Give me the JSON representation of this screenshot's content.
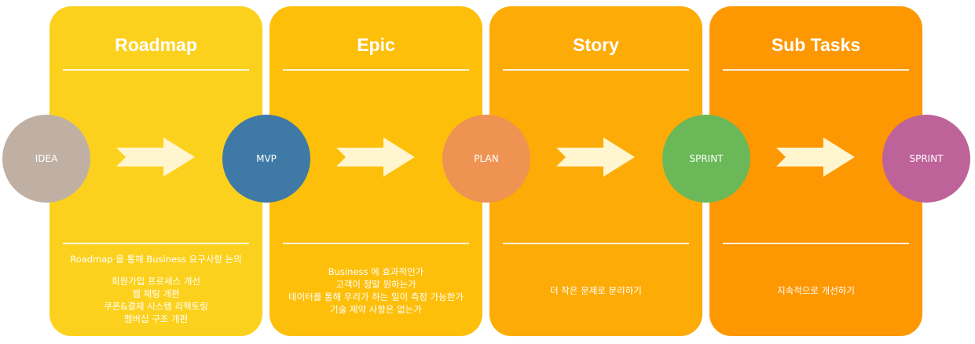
{
  "colors": {
    "panel_roadmap": "#fcd11d",
    "panel_epic": "#fdbf0a",
    "panel_story": "#fdab07",
    "panel_subtasks": "#fd9803",
    "arrow": "#fff5cf",
    "circle_idea": "#c0b0a4",
    "circle_mvp": "#3f7aa6",
    "circle_plan": "#ee9352",
    "circle_sprint1": "#6ab858",
    "circle_sprint2": "#be6399"
  },
  "panels": [
    {
      "title": "Roadmap",
      "description": [
        "Roadmap 을 통해 Business 요구사항 논의",
        "",
        "회원가입 프로세스 개선",
        "웹 채팅 개편",
        "쿠폰&결제 시스템 리팩토링",
        "멤버십 구조 개편"
      ]
    },
    {
      "title": "Epic",
      "description": [
        "Business 에 효과적인가",
        "고객이 정말 원하는가",
        "데이터를 통해 우리가 하는 일이 측정 가능한가",
        "기술 제약 사항은 없는가"
      ]
    },
    {
      "title": "Story",
      "description": [
        "더 작은 문제로 분리하기"
      ]
    },
    {
      "title": "Sub Tasks",
      "description": [
        "지속적으로 개선하기"
      ]
    }
  ],
  "stages": [
    {
      "label": "IDEA",
      "icon": "circle"
    },
    {
      "label": "MVP",
      "icon": "circle"
    },
    {
      "label": "PLAN",
      "icon": "circle"
    },
    {
      "label": "SPRINT",
      "icon": "circle"
    },
    {
      "label": "SPRINT",
      "icon": "circle"
    }
  ],
  "arrows": [
    "chevron-arrow-icon",
    "chevron-arrow-icon",
    "chevron-arrow-icon",
    "chevron-arrow-icon"
  ]
}
